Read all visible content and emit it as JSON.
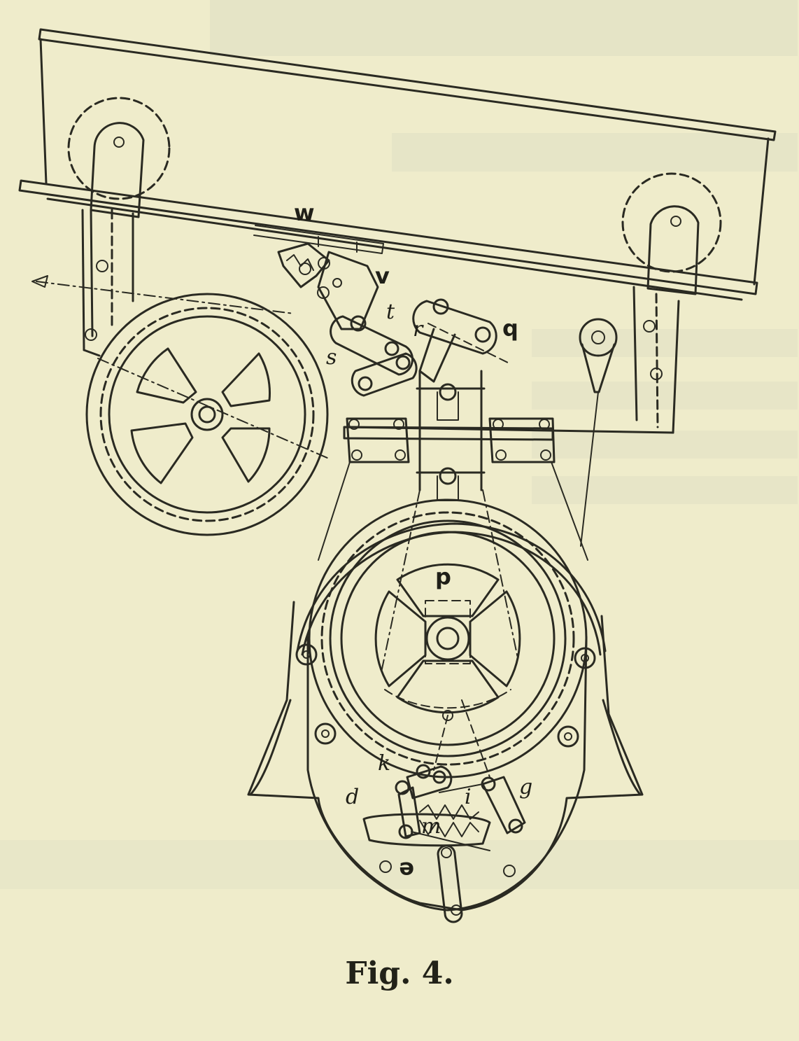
{
  "caption": "Fig. 4.",
  "labels": {
    "w": "w",
    "v": "v",
    "t": "t",
    "r": "r",
    "q": "q",
    "s": "s",
    "p": "p",
    "k": "k",
    "d": "d",
    "i": "i",
    "g": "g",
    "m": "m",
    "e": "e"
  },
  "colors": {
    "paper": "#efeccb",
    "ink": "#2a2a22"
  }
}
